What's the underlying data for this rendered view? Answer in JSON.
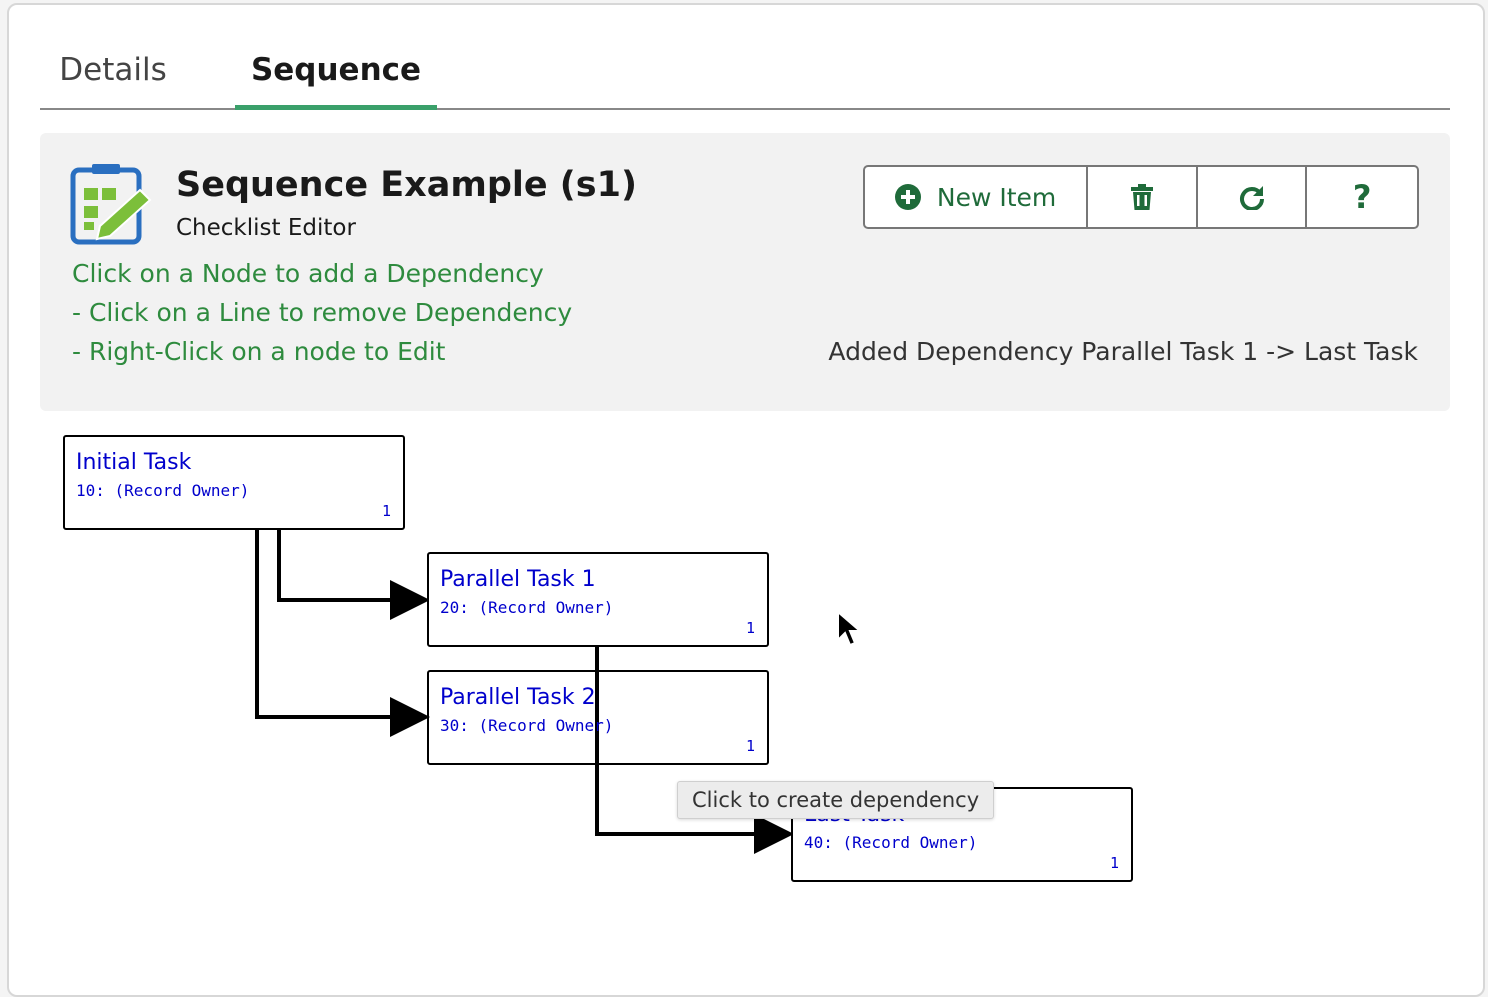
{
  "tabs": [
    {
      "label": "Details",
      "active": false
    },
    {
      "label": "Sequence",
      "active": true
    }
  ],
  "header": {
    "title": "Sequence Example (s1)",
    "subtitle": "Checklist Editor",
    "icon": "checklist-edit-icon"
  },
  "hints": [
    "Click on a Node to add a Dependency",
    "- Click on a Line to remove Dependency",
    "- Right-Click on a node to Edit"
  ],
  "status_message": "Added Dependency Parallel Task 1 -> Last Task",
  "toolbar": {
    "new_item_label": "New Item",
    "new_item_icon": "plus-circle-icon",
    "delete_icon": "trash-icon",
    "refresh_icon": "refresh-icon",
    "help_label": "?"
  },
  "nodes": [
    {
      "name": "Initial Task",
      "detail": "10: (Record Owner)",
      "count": "1"
    },
    {
      "name": "Parallel Task 1",
      "detail": "20: (Record Owner)",
      "count": "1"
    },
    {
      "name": "Parallel Task 2",
      "detail": "30: (Record Owner)",
      "count": "1"
    },
    {
      "name": "Last Task",
      "detail": "40: (Record Owner)",
      "count": "1"
    }
  ],
  "dependencies": [
    {
      "from": "Initial Task",
      "to": "Parallel Task 1"
    },
    {
      "from": "Initial Task",
      "to": "Parallel Task 2"
    },
    {
      "from": "Parallel Task 1",
      "to": "Last Task"
    }
  ],
  "tooltip": "Click to create dependency",
  "colors": {
    "accent": "#3aa06a",
    "hint_text": "#2e8b3e",
    "toolbar_icon": "#1f6b3a",
    "node_text": "#0000cc",
    "panel_bg": "#f2f2f2"
  }
}
